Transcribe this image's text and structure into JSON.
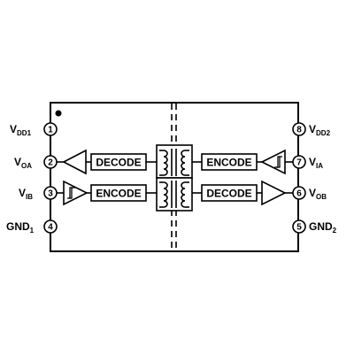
{
  "pins": {
    "p1": {
      "number": "1",
      "label": "V",
      "sub": "DD1"
    },
    "p2": {
      "number": "2",
      "label": "V",
      "sub": "OA"
    },
    "p3": {
      "number": "3",
      "label": "V",
      "sub": "IB"
    },
    "p4": {
      "number": "4",
      "label": "GND",
      "sub": "1"
    },
    "p5": {
      "number": "5",
      "label": "GND",
      "sub": "2"
    },
    "p6": {
      "number": "6",
      "label": "V",
      "sub": "OB"
    },
    "p7": {
      "number": "7",
      "label": "V",
      "sub": "IA"
    },
    "p8": {
      "number": "8",
      "label": "V",
      "sub": "DD2"
    }
  },
  "blocks": {
    "decode_a": "DECODE",
    "encode_a": "ENCODE",
    "encode_b": "ENCODE",
    "decode_b": "DECODE"
  }
}
